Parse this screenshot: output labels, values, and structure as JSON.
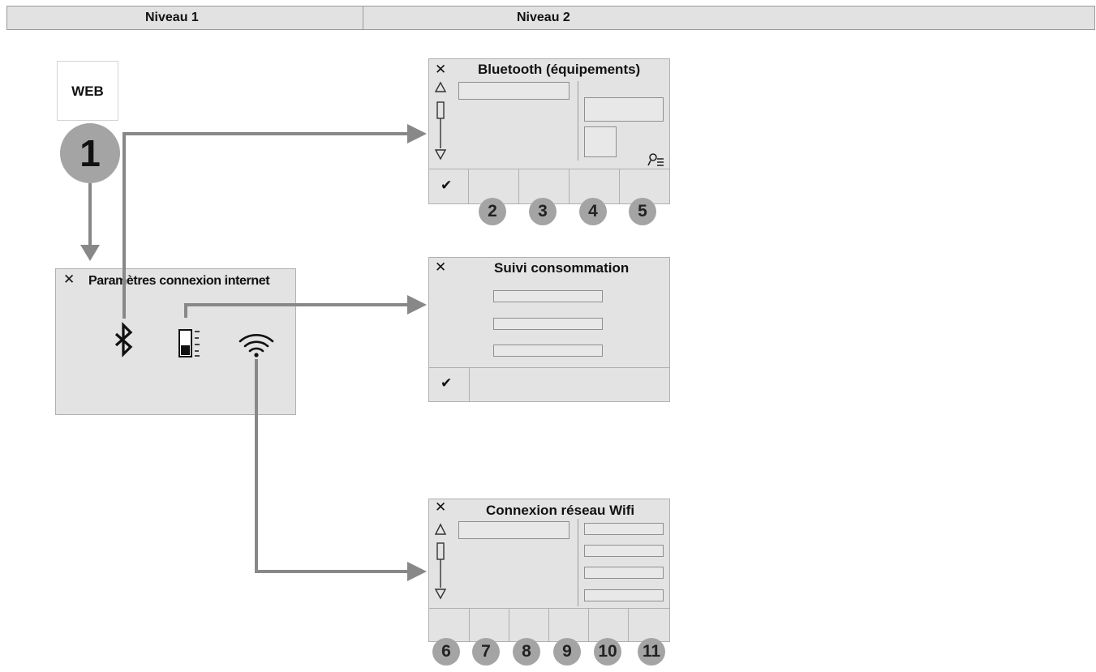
{
  "header": {
    "level1": "Niveau 1",
    "level2": "Niveau 2"
  },
  "web_button": {
    "label": "WEB"
  },
  "step_badge": {
    "label": "1"
  },
  "menu_panel": {
    "title": "Paramètres connexion internet",
    "icons": [
      "bluetooth-icon",
      "data-usage-icon",
      "wifi-icon"
    ]
  },
  "bluetooth_panel": {
    "title": "Bluetooth (équipements)",
    "badges": [
      "2",
      "3",
      "4",
      "5"
    ],
    "confirm": "✔"
  },
  "consumption_panel": {
    "title": "Suivi consommation",
    "confirm": "✔"
  },
  "wifi_panel": {
    "title": "Connexion réseau Wifi",
    "badges": [
      "6",
      "7",
      "8",
      "9",
      "10",
      "11"
    ]
  },
  "colors": {
    "panel": "#e3e3e3",
    "arrow": "#888888",
    "badge": "#a4a4a4"
  }
}
